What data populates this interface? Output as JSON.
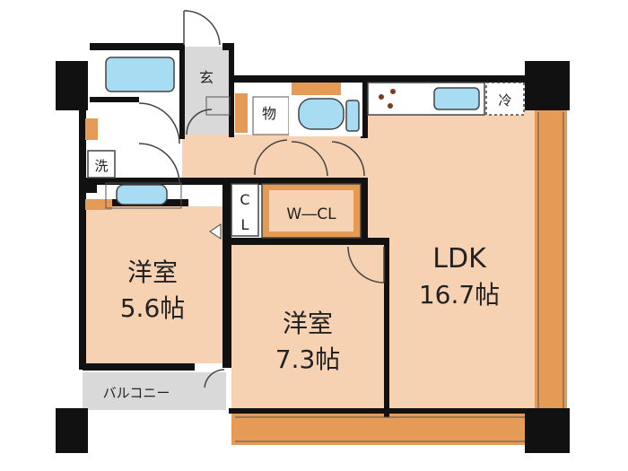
{
  "rooms": {
    "entrance": "玄",
    "storage": "物",
    "laundry": "洗",
    "fridge": "冷",
    "closet_c": "C",
    "closet_l": "L",
    "walk_in_closet": "W―CL",
    "western_room_1": {
      "name": "洋室",
      "size": "5.6帖"
    },
    "western_room_2": {
      "name": "洋室",
      "size": "7.3帖"
    },
    "ldk": {
      "name": "LDK",
      "size": "16.7帖"
    },
    "balcony": "バルコニー"
  },
  "colors": {
    "room_fill": "#f6d2b3",
    "wall": "#111111",
    "accent_orange": "#e59a56",
    "fixture_blue": "#a8dcf2",
    "balcony_grey": "#d9d9d9"
  }
}
